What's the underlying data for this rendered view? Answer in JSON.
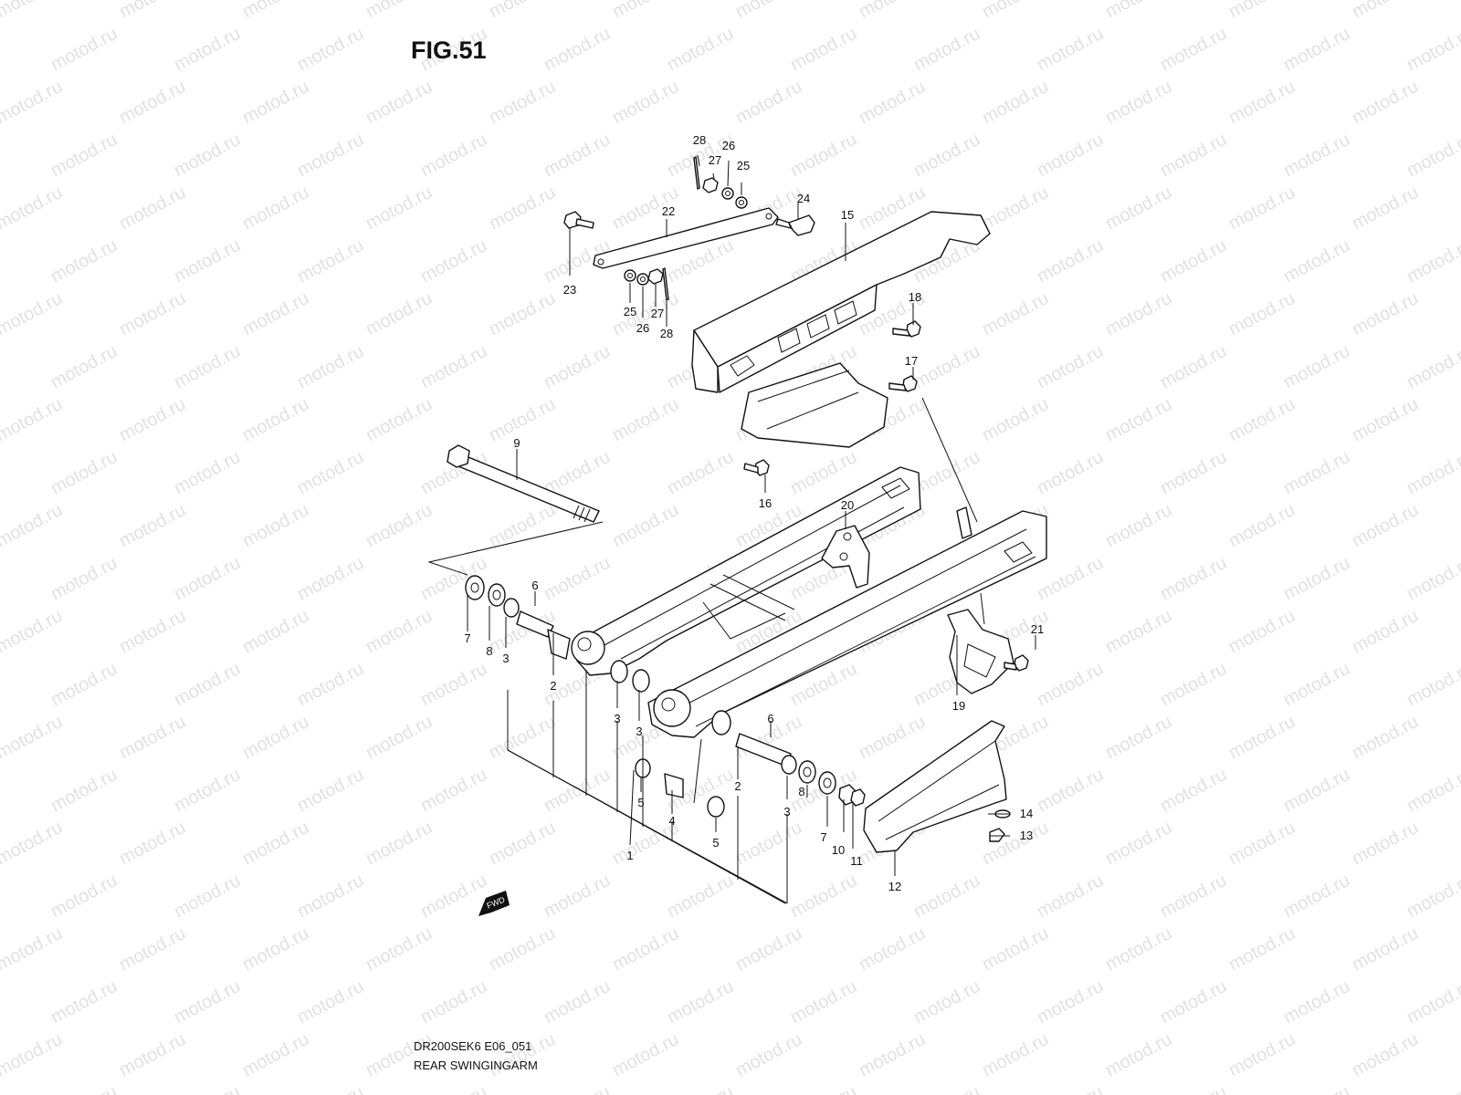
{
  "figure": {
    "title": "FIG.51",
    "document_code": "DR200SEK6 E06_051",
    "caption": "REAR SWINGINGARM"
  },
  "watermark": {
    "text": "motod.ru"
  },
  "direction_badge": {
    "label": "FWD"
  },
  "callouts": [
    {
      "id": "c28-top",
      "number": "28"
    },
    {
      "id": "c27-top",
      "number": "27"
    },
    {
      "id": "c26-top",
      "number": "26"
    },
    {
      "id": "c25-top",
      "number": "25"
    },
    {
      "id": "c24",
      "number": "24"
    },
    {
      "id": "c22",
      "number": "22"
    },
    {
      "id": "c15",
      "number": "15"
    },
    {
      "id": "c23",
      "number": "23"
    },
    {
      "id": "c25-bot",
      "number": "25"
    },
    {
      "id": "c26-bot",
      "number": "26"
    },
    {
      "id": "c27-bot",
      "number": "27"
    },
    {
      "id": "c28-bot",
      "number": "28"
    },
    {
      "id": "c18",
      "number": "18"
    },
    {
      "id": "c17",
      "number": "17"
    },
    {
      "id": "c9",
      "number": "9"
    },
    {
      "id": "c16",
      "number": "16"
    },
    {
      "id": "c20",
      "number": "20"
    },
    {
      "id": "c6-left",
      "number": "6"
    },
    {
      "id": "c7-left",
      "number": "7"
    },
    {
      "id": "c8-left",
      "number": "8"
    },
    {
      "id": "c3-left",
      "number": "3"
    },
    {
      "id": "c2-left",
      "number": "2"
    },
    {
      "id": "c21",
      "number": "21"
    },
    {
      "id": "c19",
      "number": "19"
    },
    {
      "id": "c3-mid-a",
      "number": "3"
    },
    {
      "id": "c3-mid-b",
      "number": "3"
    },
    {
      "id": "c6-right",
      "number": "6"
    },
    {
      "id": "c5-left",
      "number": "5"
    },
    {
      "id": "c4",
      "number": "4"
    },
    {
      "id": "c2-right",
      "number": "2"
    },
    {
      "id": "c8-right",
      "number": "8"
    },
    {
      "id": "c3-right",
      "number": "3"
    },
    {
      "id": "c7-right",
      "number": "7"
    },
    {
      "id": "c10",
      "number": "10"
    },
    {
      "id": "c11",
      "number": "11"
    },
    {
      "id": "c5-right",
      "number": "5"
    },
    {
      "id": "c1",
      "number": "1"
    },
    {
      "id": "c14",
      "number": "14"
    },
    {
      "id": "c13",
      "number": "13"
    },
    {
      "id": "c12",
      "number": "12"
    }
  ]
}
